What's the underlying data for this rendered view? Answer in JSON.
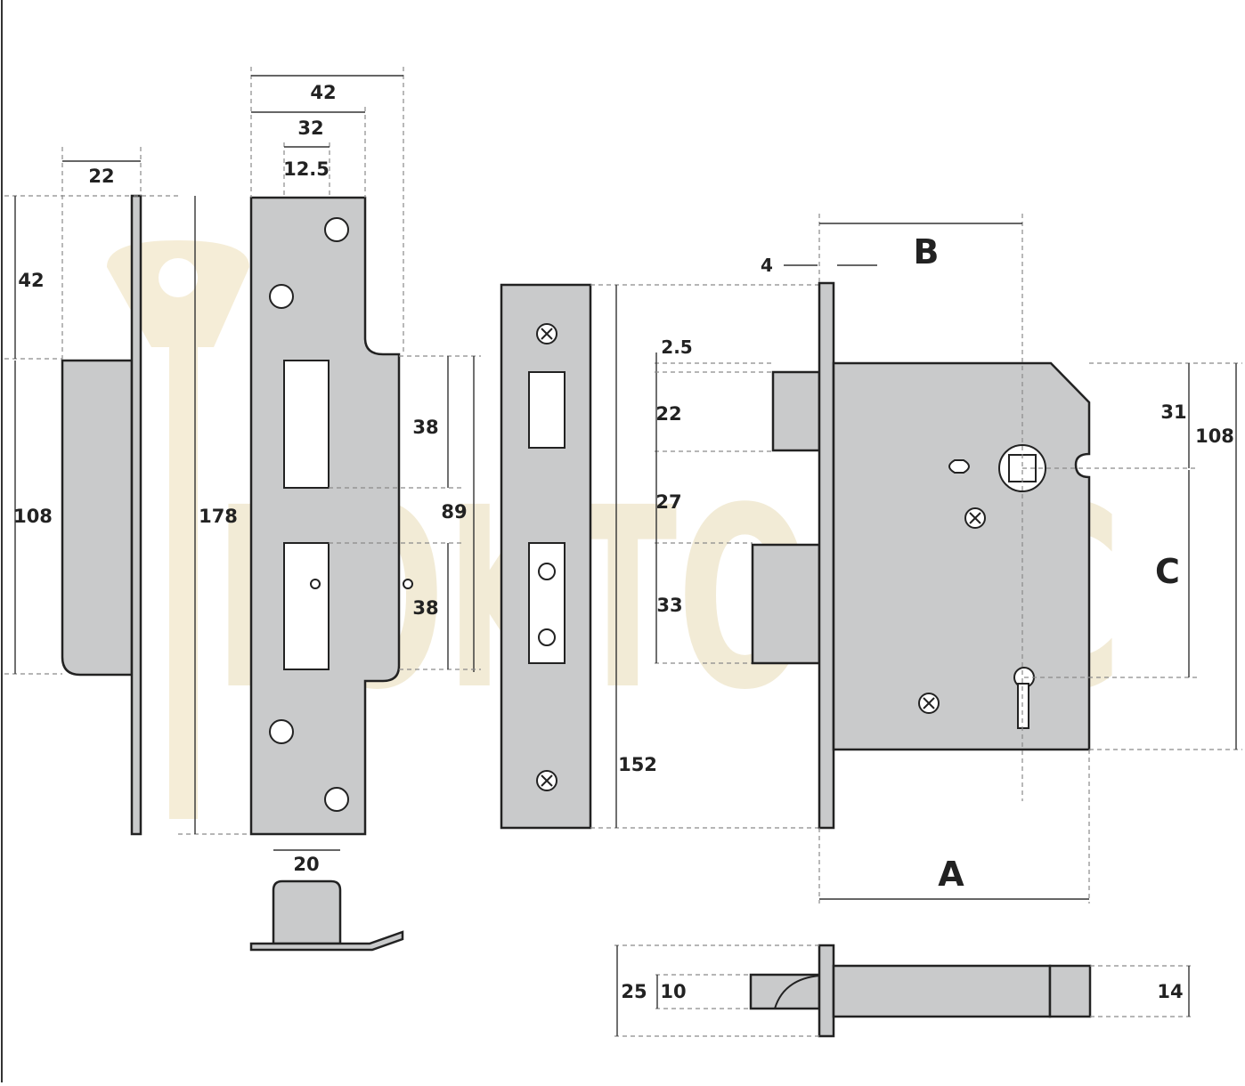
{
  "watermark": {
    "text": "LOKTONIC"
  },
  "colors": {
    "metal": "#c9cacb",
    "outline": "#222222",
    "watermark": "#e8dcb6"
  },
  "dimensions": {
    "forend_thickness": "22",
    "forend_top": "42",
    "case_height": "108",
    "overall_height": "178",
    "strike_width": "42",
    "strike_inner": "32",
    "strike_offset": "12.5",
    "strike_upper": "38",
    "strike_centres": "89",
    "strike_lower": "38",
    "box_width": "20",
    "faceplate_gap_top": "2.5",
    "faceplate_deadbolt": "22",
    "faceplate_gap_mid": "27",
    "faceplate_latch": "33",
    "faceplate_height": "152",
    "plate_thickness": "4",
    "backset_label": "B",
    "case_depth_label": "A",
    "centres_label": "C",
    "case_upper": "31",
    "bolt_total": "25",
    "bolt_inner": "10",
    "bolt_thickness": "14"
  }
}
